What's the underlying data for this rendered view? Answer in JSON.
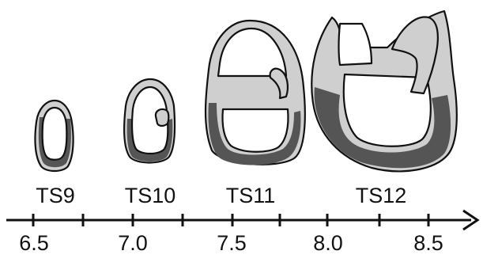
{
  "stages": [
    {
      "label": "TS9"
    },
    {
      "label": "TS10"
    },
    {
      "label": "TS11"
    },
    {
      "label": "TS12"
    }
  ],
  "axis": {
    "tick_labels": [
      "6.5",
      "7.0",
      "7.5",
      "8.0",
      "8.5"
    ]
  },
  "colors": {
    "outline": "#111111",
    "dark_fill": "#555555",
    "light_fill": "#cfcfcf",
    "white_fill": "#ffffff"
  }
}
